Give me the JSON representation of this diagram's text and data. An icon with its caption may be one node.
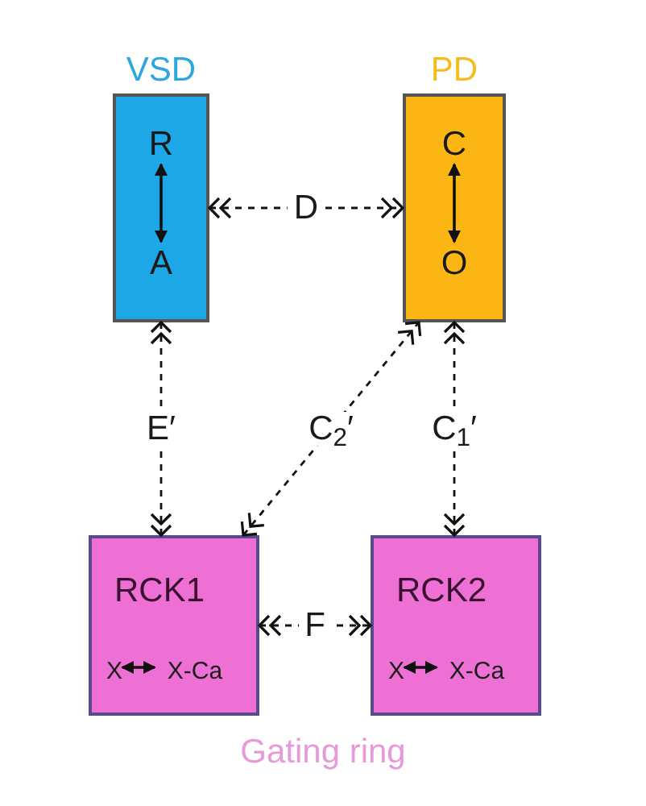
{
  "diagram": {
    "nodes": [
      {
        "text": [
          "VSD"
        ]
      },
      {
        "text": [
          "R"
        ],
        "in": 0
      },
      {
        "text": [
          "A"
        ],
        "in": 0
      },
      {
        "text": [
          "PD"
        ]
      },
      {
        "text": [
          "C"
        ],
        "in": 3
      },
      {
        "text": [
          "O"
        ],
        "in": 3
      },
      {
        "text": [
          "RCK1"
        ]
      },
      {
        "text": [
          "X"
        ],
        "in": 6
      },
      {
        "text": [
          "X-Ca"
        ],
        "in": 6
      },
      {
        "text": [
          "RCK2"
        ]
      },
      {
        "text": [
          "X"
        ],
        "in": 9
      },
      {
        "text": [
          "X-Ca"
        ],
        "in": 9
      }
    ],
    "edges": [
      {
        "from": 1,
        "to": 2,
        "arrow": "both"
      },
      {
        "from": 4,
        "to": 5,
        "arrow": "both"
      },
      {
        "from": 0,
        "to": 3,
        "arrow": "both",
        "label": "D",
        "style": "dashed"
      },
      {
        "from": 0,
        "to": 6,
        "arrow": "both",
        "label": "E′",
        "style": "dashed"
      },
      {
        "from": 6,
        "to": 3,
        "arrow": "both",
        "label": "C$_{2}$′",
        "style": "dashed"
      },
      {
        "from": 3,
        "to": 9,
        "arrow": "both",
        "label": "C$_{1}$′",
        "style": "dashed"
      },
      {
        "from": 6,
        "to": 9,
        "arrow": "both",
        "label": "F",
        "style": "dashed"
      },
      {
        "from": 7,
        "to": 8,
        "arrow": "both"
      },
      {
        "from": 10,
        "to": 11,
        "arrow": "both"
      }
    ],
    "labels": [
      "Gating ring"
    ]
  }
}
